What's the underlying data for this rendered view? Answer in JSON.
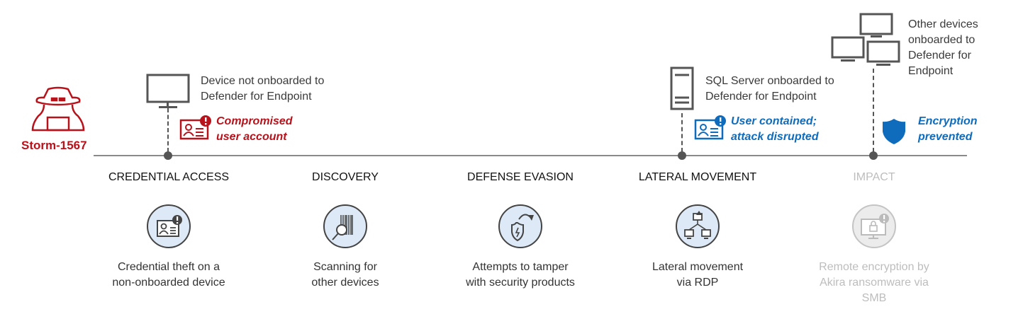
{
  "actor": {
    "name": "Storm-1567",
    "color": "#b8121b"
  },
  "devices": {
    "not_onboarded": "Device not onboarded to Defender for Endpoint",
    "sql_server": "SQL Server onboarded to Defender for Endpoint",
    "other_devices": "Other devices onboarded to Defender for Endpoint"
  },
  "events": {
    "compromised": [
      "Compromised",
      "user account"
    ],
    "contained": [
      "User contained;",
      "attack disrupted"
    ],
    "prevented": [
      "Encryption",
      "prevented"
    ]
  },
  "stages": [
    {
      "title": "CREDENTIAL ACCESS",
      "desc": [
        "Credential theft on a",
        "non-onboarded device"
      ],
      "icon": "credential-icon"
    },
    {
      "title": "DISCOVERY",
      "desc": [
        "Scanning for",
        "other devices"
      ],
      "icon": "scan-icon"
    },
    {
      "title": "DEFENSE EVASION",
      "desc": [
        "Attempts to tamper",
        "with security products"
      ],
      "icon": "shield-tamper-icon"
    },
    {
      "title": "LATERAL MOVEMENT",
      "desc": [
        "Lateral movement",
        "via RDP"
      ],
      "icon": "network-icon"
    },
    {
      "title": "IMPACT",
      "desc": [
        "Remote encryption by",
        "Akira ransomware via",
        "SMB"
      ],
      "icon": "encryption-icon"
    }
  ],
  "colors": {
    "red": "#b8121b",
    "blue": "#0f6cbd",
    "gray": "#555555",
    "circle_fill": "#dde9f7",
    "dim": "#bdbdbd"
  }
}
